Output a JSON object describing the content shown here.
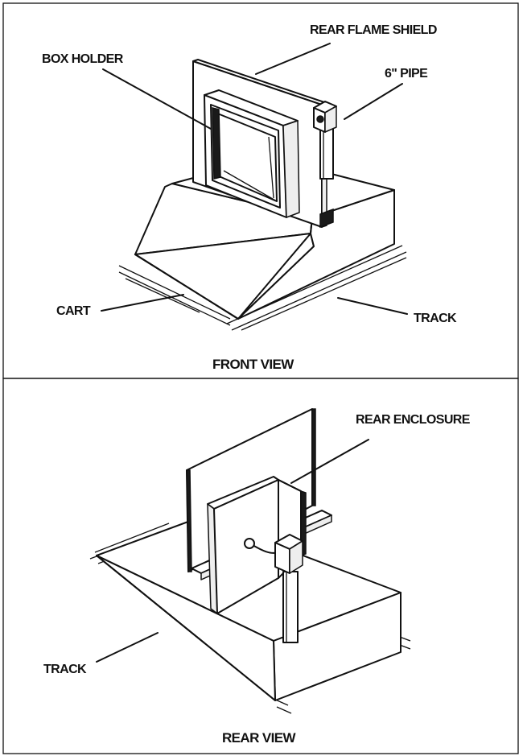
{
  "front_view": {
    "caption": "FRONT VIEW",
    "labels": {
      "rear_flame_shield": "REAR FLAME SHIELD",
      "box_holder": "BOX HOLDER",
      "pipe": "6\" PIPE",
      "cart": "CART",
      "track": "TRACK"
    }
  },
  "rear_view": {
    "caption": "REAR VIEW",
    "labels": {
      "rear_enclosure": "REAR ENCLOSURE",
      "track": "TRACK"
    }
  },
  "colors": {
    "ink": "#111111",
    "paper": "#ffffff"
  }
}
